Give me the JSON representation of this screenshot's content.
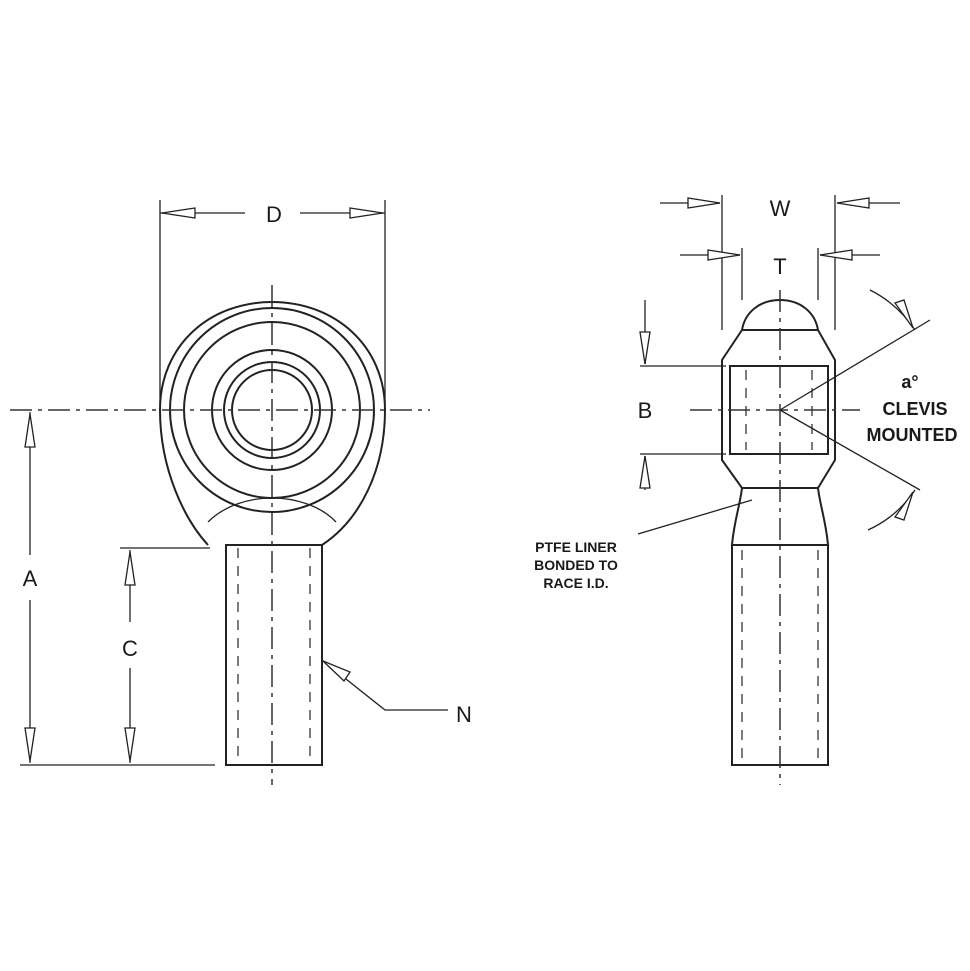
{
  "labels": {
    "d": "D",
    "a": "A",
    "c": "C",
    "n": "N",
    "w": "W",
    "t": "T",
    "b": "B",
    "angle": "a°",
    "clevis_line1": "CLEVIS",
    "clevis_line2": "MOUNTED",
    "ptfe_line1": "PTFE LINER",
    "ptfe_line2": "BONDED TO",
    "ptfe_line3": "RACE I.D."
  }
}
